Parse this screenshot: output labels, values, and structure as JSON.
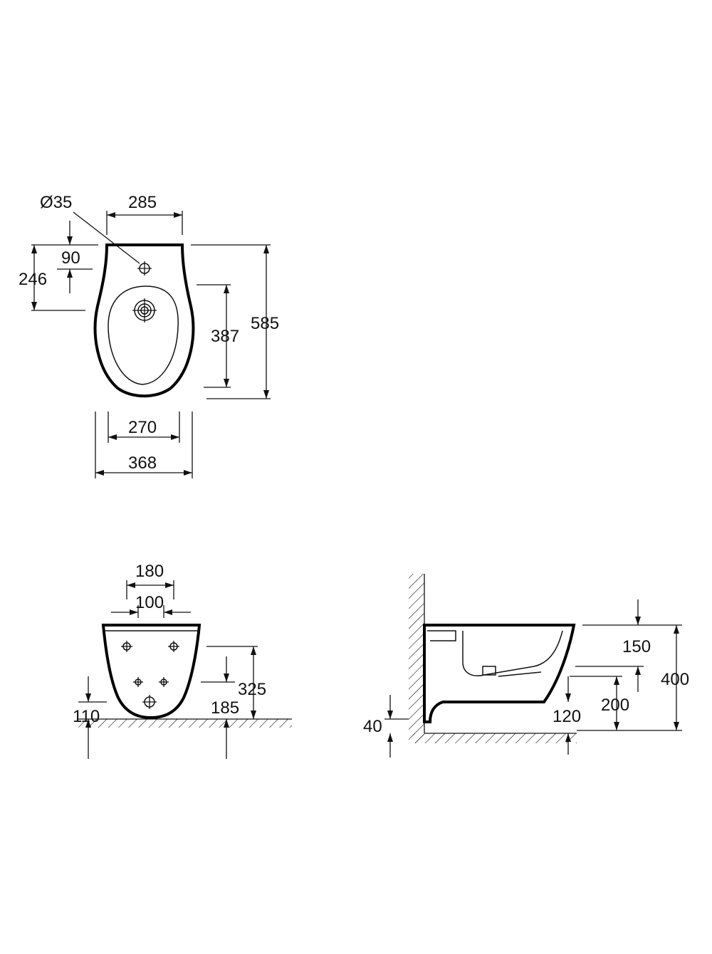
{
  "top_view": {
    "dims": {
      "dia_35": "Ø35",
      "w_285": "285",
      "d_90": "90",
      "d_246": "246",
      "d_387": "387",
      "d_585": "585",
      "w_270": "270",
      "w_368": "368"
    }
  },
  "front_view": {
    "dims": {
      "w_180": "180",
      "w_100": "100",
      "h_325": "325",
      "h_185": "185",
      "h_110": "110"
    }
  },
  "side_view": {
    "dims": {
      "h_150": "150",
      "h_400": "400",
      "h_200": "200",
      "h_120": "120",
      "h_40": "40"
    }
  },
  "colors": {
    "line": "#111111",
    "background": "#ffffff"
  }
}
